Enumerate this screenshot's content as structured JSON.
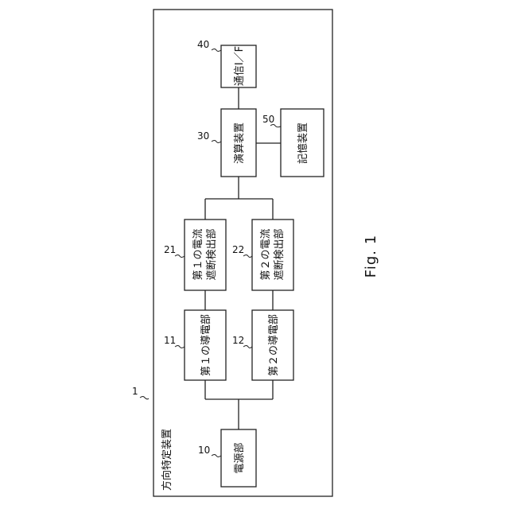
{
  "figure_label": "Fig. 1",
  "device": {
    "title": "方向特定装置",
    "ref": "1"
  },
  "blocks": {
    "power": {
      "ref": "10",
      "label": "電源部"
    },
    "cond1": {
      "ref": "11",
      "label": "第１の導電部"
    },
    "cond2": {
      "ref": "12",
      "label": "第２の導電部"
    },
    "det1": {
      "ref": "21",
      "label_line1": "第１の電流",
      "label_line2": "遮断検出部"
    },
    "det2": {
      "ref": "22",
      "label_line1": "第２の電流",
      "label_line2": "遮断検出部"
    },
    "cpu": {
      "ref": "30",
      "label": "演算装置"
    },
    "comm": {
      "ref": "40",
      "label": "通信I／F"
    },
    "mem": {
      "ref": "50",
      "label": "記憶装置"
    }
  }
}
